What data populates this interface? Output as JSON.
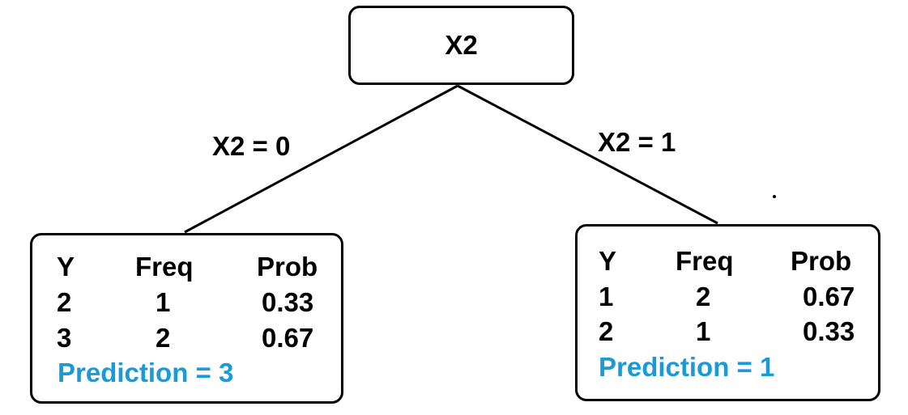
{
  "colors": {
    "line": "#000000",
    "text": "#000000",
    "prediction": "#1a9bd7"
  },
  "root": {
    "label": "X2"
  },
  "edges": [
    {
      "label": "X2 = 0"
    },
    {
      "label": "X2 = 1"
    }
  ],
  "leaves": [
    {
      "headers": [
        "Y",
        "Freq",
        "Prob"
      ],
      "rows": [
        [
          "2",
          "1",
          "0.33"
        ],
        [
          "3",
          "2",
          "0.67"
        ]
      ],
      "prediction": "Prediction = 3"
    },
    {
      "headers": [
        "Y",
        "Freq",
        "Prob"
      ],
      "rows": [
        [
          "1",
          "2",
          "0.67"
        ],
        [
          "2",
          "1",
          "0.33"
        ]
      ],
      "prediction": "Prediction = 1"
    }
  ]
}
